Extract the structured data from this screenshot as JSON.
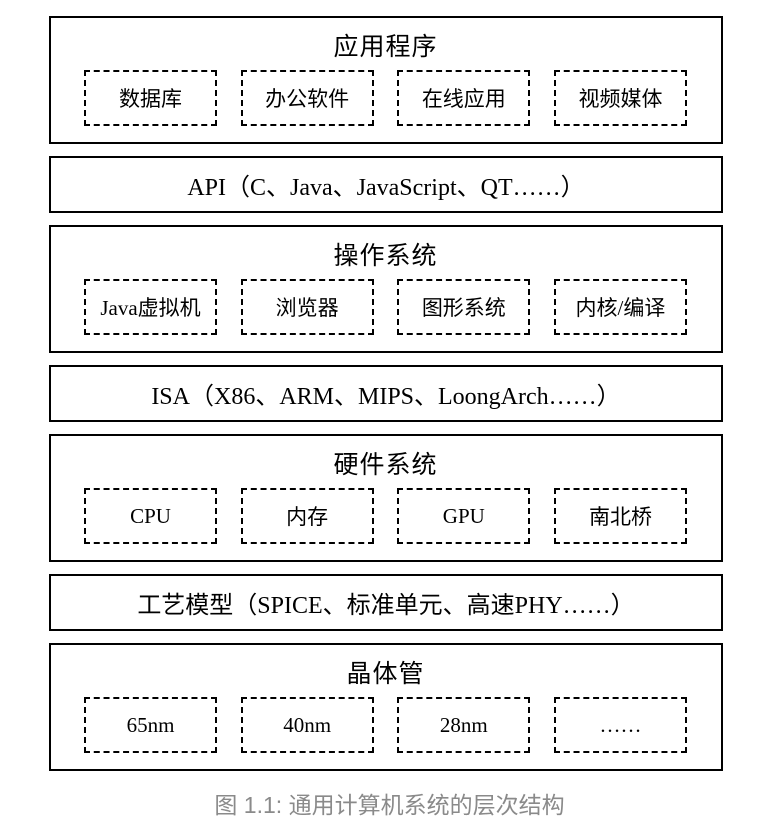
{
  "diagram": {
    "layers": [
      {
        "type": "group",
        "title": "应用程序",
        "items": [
          "数据库",
          "办公软件",
          "在线应用",
          "视频媒体"
        ]
      },
      {
        "type": "plain",
        "title": "API（C、Java、JavaScript、QT……）"
      },
      {
        "type": "group",
        "title": "操作系统",
        "items": [
          "Java虚拟机",
          "浏览器",
          "图形系统",
          "内核/编译"
        ]
      },
      {
        "type": "plain",
        "title": "ISA（X86、ARM、MIPS、LoongArch……）"
      },
      {
        "type": "group",
        "title": "硬件系统",
        "items": [
          "CPU",
          "内存",
          "GPU",
          "南北桥"
        ]
      },
      {
        "type": "plain",
        "title": "工艺模型（SPICE、标准单元、高速PHY……）"
      },
      {
        "type": "group",
        "title": "晶体管",
        "items": [
          "65nm",
          "40nm",
          "28nm",
          "……"
        ]
      }
    ]
  },
  "caption": "图 1.1: 通用计算机系统的层次结构",
  "colors": {
    "border": "#000000",
    "text": "#000000",
    "caption": "#8a8a8a",
    "background": "#ffffff"
  }
}
